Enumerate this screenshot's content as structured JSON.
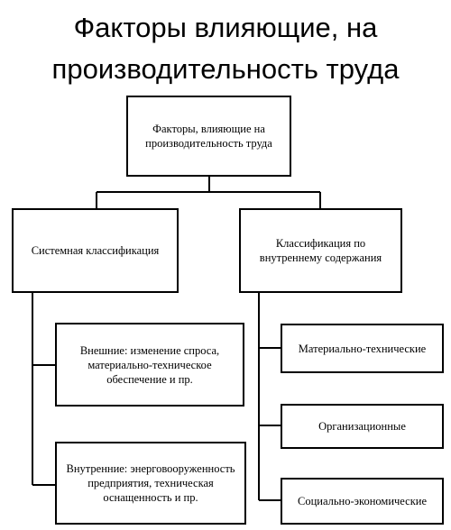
{
  "title": {
    "line1": "Факторы влияющие, на",
    "line2": "производительность труда"
  },
  "root": {
    "line1": "Факторы, влияющие на",
    "line2": "производительность труда"
  },
  "left_branch": {
    "label": "Системная классификация",
    "children": [
      {
        "line1": "Внешние: изменение спроса,",
        "line2": "материально-техническое",
        "line3": "обеспечение и пр."
      },
      {
        "line1": "Внутренние: энерговооруженность",
        "line2": "предприятия, техническая",
        "line3": "оснащенность и пр."
      }
    ]
  },
  "right_branch": {
    "line1": "Классификация по",
    "line2": "внутреннему содержания",
    "children": [
      {
        "label": "Материально-технические"
      },
      {
        "label": "Организационные"
      },
      {
        "label": "Социально-экономические"
      }
    ]
  }
}
